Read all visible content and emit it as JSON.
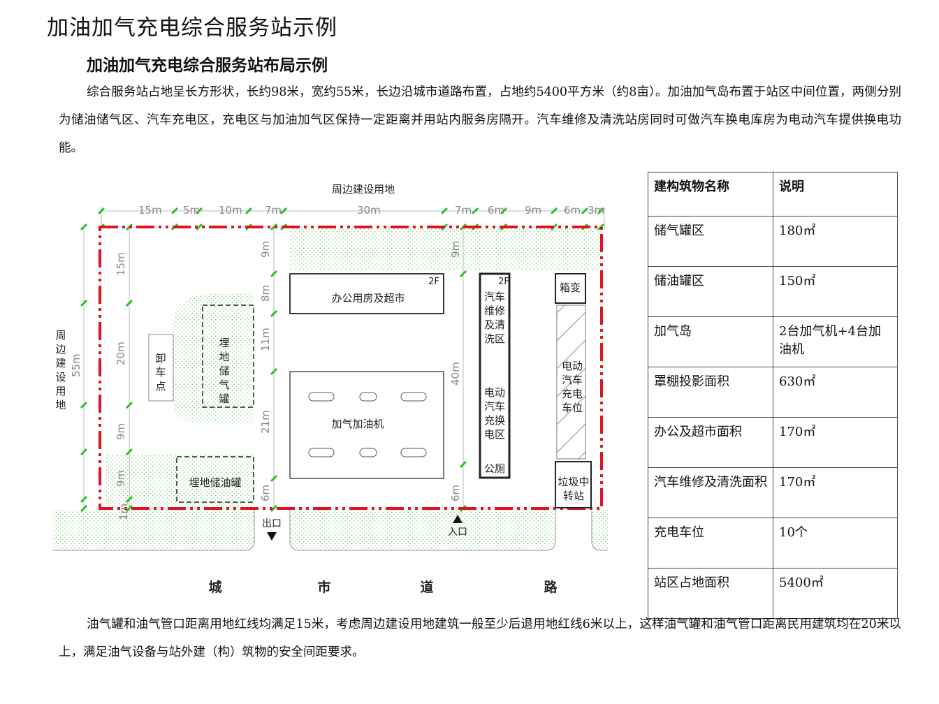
{
  "page": {
    "title": "加油加气充电综合服务站示例",
    "subtitle": "加油加气充电综合服务站布局示例",
    "intro": "综合服务站占地呈长方形状，长约98米，宽约55米，长边沿城市道路布置，占地约5400平方米（约8亩）。加油加气岛布置于站区中间位置，两侧分别为储油储气区、汽车充电区，充电区与加油加气区保持一定距离并用站内服务房隔开。汽车维修及清洗站房同时可做汽车换电库房为电动汽车提供换电功能。",
    "conclusion": "油气罐和油气管口距离用地红线均满足15米，考虑周边建设用地建筑一般至少后退用地红线6米以上，这样油气罐和油气管口距离民用建筑均在20米以上，满足油气设备与站外建（构）筑物的安全间距要求。"
  },
  "diagram": {
    "colors": {
      "boundary": "#e0141e",
      "tick": "#22c41e",
      "green_hatch": "#8fd68f",
      "outline": "#222222",
      "dim": "#888888"
    },
    "top_label": "周边建设用地",
    "left_label": "周边建设用地",
    "right_label": "周边建设用地",
    "road_label": [
      "城",
      "市",
      "道",
      "路"
    ],
    "exit_label": "出口",
    "entrance_label": "入口",
    "top_dims": [
      "15m",
      "5m",
      "10m",
      "7m",
      "30m",
      "7m",
      "6m",
      "9m",
      "6m",
      "3m"
    ],
    "left_dims": [
      "15m",
      "20m",
      "9m",
      "9m",
      "1m"
    ],
    "total_width_dim": "55m",
    "mid_dims_left": [
      "9m",
      "8m",
      "11m",
      "21m",
      "6m"
    ],
    "mid_dims_right": [
      "9m",
      "40m",
      "6m"
    ],
    "buildings": {
      "office": "办公用房及超市",
      "office_floors": "2F",
      "repair_floors": "2F",
      "repair": [
        "汽",
        "车",
        "维",
        "修",
        "及",
        "清",
        "洗",
        "区"
      ],
      "battery_swap": [
        "电",
        "动",
        "汽",
        "车",
        "充",
        "换",
        "电",
        "区"
      ],
      "toilet": "公厕",
      "transformer": "箱变",
      "ev_parking": [
        "电动",
        "汽车",
        "充电",
        "车位"
      ],
      "garbage": [
        "垃圾中",
        "转站"
      ],
      "unloading": [
        "卸",
        "车",
        "点"
      ],
      "gas_tank": [
        "埋",
        "地",
        "储",
        "气",
        "罐"
      ],
      "oil_tank": "埋地储油罐",
      "fuel_island": "加气加油机"
    }
  },
  "table": {
    "headers": [
      "建构筑物名称",
      "说明"
    ],
    "rows": [
      [
        "储气罐区",
        "180㎡"
      ],
      [
        "储油罐区",
        "150㎡"
      ],
      [
        "加气岛",
        "2台加气机+4台加油机"
      ],
      [
        "罩棚投影面积",
        "630㎡"
      ],
      [
        "办公及超市面积",
        "170㎡"
      ],
      [
        "汽车维修及清洗面积",
        "170㎡"
      ],
      [
        "充电车位",
        "10个"
      ],
      [
        "站区占地面积",
        "5400㎡"
      ]
    ]
  }
}
